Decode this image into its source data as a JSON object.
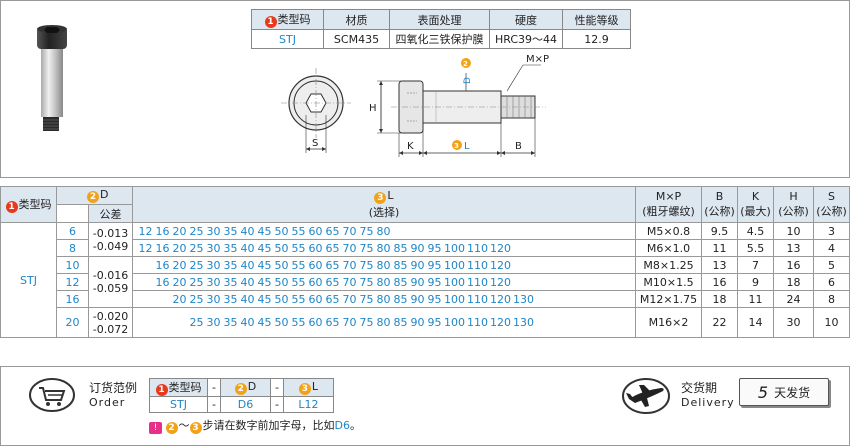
{
  "spec": {
    "headers": [
      "类型码",
      "材质",
      "表面处理",
      "硬度",
      "性能等级"
    ],
    "row": [
      "STJ",
      "SCM435",
      "四氧化三铁保护膜",
      "HRC39～44",
      "12.9"
    ]
  },
  "drawing": {
    "label_mp": "M×P",
    "label_h": "H",
    "label_s": "S",
    "label_k": "K",
    "label_l": "L",
    "label_b": "B",
    "label_d": "D",
    "num_2": "2",
    "num_3": "3"
  },
  "table": {
    "h_type": "类型码",
    "h_d": "D",
    "h_tol": "公差",
    "h_l": "L",
    "h_l_sub": "(选择)",
    "h_mp": "M×P",
    "h_mp_sub": "(粗牙螺纹)",
    "h_b": "B",
    "h_b_sub": "(公称)",
    "h_k": "K",
    "h_k_sub": "(最大)",
    "h_h": "H",
    "h_h_sub": "(公称)",
    "h_s": "S",
    "h_s_sub": "(公称)",
    "type_value": "STJ",
    "rows": [
      {
        "d": "6",
        "l": [
          "12",
          "16",
          "20",
          "25",
          "30",
          "35",
          "40",
          "45",
          "50",
          "55",
          "60",
          "65",
          "70",
          "75",
          "80",
          "",
          "",
          "",
          "",
          "",
          "",
          ""
        ],
        "mp": "M5×0.8",
        "b": "9.5",
        "k": "4.5",
        "h": "10",
        "s": "3"
      },
      {
        "d": "8",
        "l": [
          "12",
          "16",
          "20",
          "25",
          "30",
          "35",
          "40",
          "45",
          "50",
          "55",
          "60",
          "65",
          "70",
          "75",
          "80",
          "85",
          "90",
          "95",
          "100",
          "110",
          "120",
          ""
        ],
        "mp": "M6×1.0",
        "b": "11",
        "k": "5.5",
        "h": "13",
        "s": "4"
      },
      {
        "d": "10",
        "l": [
          "",
          "16",
          "20",
          "25",
          "30",
          "35",
          "40",
          "45",
          "50",
          "55",
          "60",
          "65",
          "70",
          "75",
          "80",
          "85",
          "90",
          "95",
          "100",
          "110",
          "120",
          ""
        ],
        "mp": "M8×1.25",
        "b": "13",
        "k": "7",
        "h": "16",
        "s": "5"
      },
      {
        "d": "12",
        "l": [
          "",
          "16",
          "20",
          "25",
          "30",
          "35",
          "40",
          "45",
          "50",
          "55",
          "60",
          "65",
          "70",
          "75",
          "80",
          "85",
          "90",
          "95",
          "100",
          "110",
          "120",
          ""
        ],
        "mp": "M10×1.5",
        "b": "16",
        "k": "9",
        "h": "18",
        "s": "6"
      },
      {
        "d": "16",
        "l": [
          "",
          "",
          "20",
          "25",
          "30",
          "35",
          "40",
          "45",
          "50",
          "55",
          "60",
          "65",
          "70",
          "75",
          "80",
          "85",
          "90",
          "95",
          "100",
          "110",
          "120",
          "130"
        ],
        "mp": "M12×1.75",
        "b": "18",
        "k": "11",
        "h": "24",
        "s": "8"
      },
      {
        "d": "20",
        "l": [
          "",
          "",
          "",
          "25",
          "30",
          "35",
          "40",
          "45",
          "50",
          "55",
          "60",
          "65",
          "70",
          "75",
          "80",
          "85",
          "90",
          "95",
          "100",
          "110",
          "120",
          "130"
        ],
        "mp": "M16×2",
        "b": "22",
        "k": "14",
        "h": "30",
        "s": "10"
      }
    ],
    "tol_1a": "-0.013",
    "tol_1b": "-0.049",
    "tol_2a": "-0.016",
    "tol_2b": "-0.059",
    "tol_3a": "-0.020",
    "tol_3b": "-0.072"
  },
  "order": {
    "title_cn": "订货范例",
    "title_en": "Order",
    "h_type": "类型码",
    "dash": "-",
    "h_d": "D",
    "h_l": "L",
    "v_type": "STJ",
    "v_d": "D6",
    "v_l": "L12",
    "note_mid": "～",
    "note_text": "步请在数字前加字母，比如",
    "note_example": "D6",
    "note_end": "。"
  },
  "delivery": {
    "title_cn": "交货期",
    "title_en": "Delivery",
    "days": "5",
    "unit": "天发货"
  },
  "colors": {
    "accent_red": "#e63a1e",
    "accent_orange": "#f2a21a",
    "blue": "#1e86c8",
    "header_bg": "#dde7f0"
  }
}
